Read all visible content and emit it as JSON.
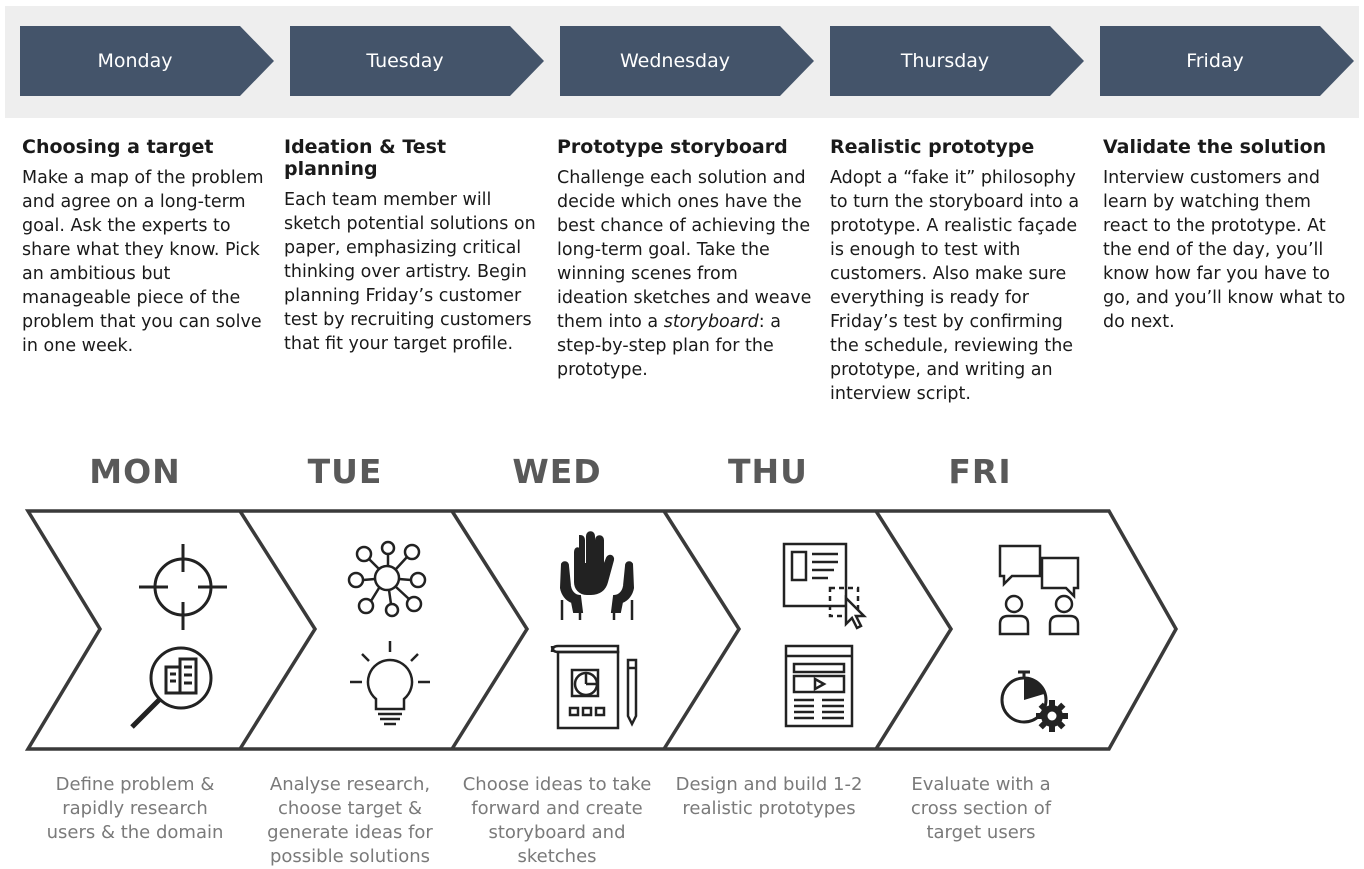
{
  "top_days": [
    "Monday",
    "Tuesday",
    "Wednesday",
    "Thursday",
    "Friday"
  ],
  "columns": [
    {
      "title": "Choosing a target",
      "body": "Make a map of the problem and agree on a long-term goal. Ask the experts to share what they know. Pick an ambitious but manageable piece of the problem that you can solve in one week."
    },
    {
      "title": "Ideation & Test planning",
      "body": "Each team member will sketch potential solutions on paper, emphasizing critical thinking over artistry. Begin planning Friday’s customer test by recruiting customers that fit your target profile."
    },
    {
      "title": "Prototype storyboard",
      "body_before": "Challenge each solution and decide which ones have the best chance of achieving the long-term goal. Take the winning scenes from ideation sketches and weave them into a ",
      "body_em": "storyboard",
      "body_after": ": a step-by-step plan for the prototype."
    },
    {
      "title": "Realistic prototype",
      "body": "Adopt a “fake it” philosophy to turn the storyboard into a prototype. A realistic façade is enough to test with customers. Also make sure everything is ready for Friday’s test by confirming the schedule, reviewing the prototype, and writing an interview script."
    },
    {
      "title": "Validate the solution",
      "body": "Interview customers and learn by watching them react to the prototype. At the end of the day, you’ll know how far you have to go, and you’ll know what to do next."
    }
  ],
  "abbreviations": [
    "MON",
    "TUE",
    "WED",
    "THU",
    "FRI"
  ],
  "captions": [
    "Define problem & rapidly research users & the domain",
    "Analyse research, choose target & generate ideas for possible solutions",
    "Choose ideas to take forward and create storyboard and sketches",
    "Design and build 1-2 realistic prototypes",
    "Evaluate with a cross section of target users"
  ],
  "icons": [
    [
      "crosshair-icon",
      "magnifier-buildings-icon"
    ],
    [
      "network-nodes-icon",
      "lightbulb-icon"
    ],
    [
      "raised-hands-icon",
      "storyboard-sketch-icon"
    ],
    [
      "wireframe-cursor-icon",
      "webpage-layout-icon"
    ],
    [
      "chat-users-icon",
      "stopwatch-gear-icon"
    ]
  ],
  "colors": {
    "chevron_fill": "#44546a",
    "band": "#eeeeee",
    "outline": "#3a3a3a",
    "caption": "#7a7a7a",
    "abbr": "#595959"
  }
}
